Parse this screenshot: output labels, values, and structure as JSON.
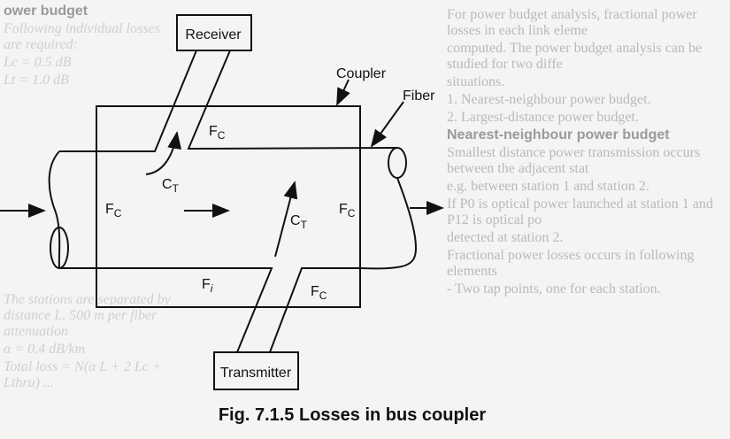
{
  "background_text": {
    "heading1": "ower budget",
    "italic1": "Following individual losses are required:",
    "para1_line1": "For power budget analysis, fractional power losses in each link eleme",
    "para1_line2": "computed. The power budget analysis can be studied for two diffe",
    "para1_line3": "situations.",
    "item1": "1. Nearest-neighbour power budget.",
    "item2": "2. Largest-distance power budget.",
    "heading2": "Nearest-neighbour power budget",
    "para2_line1": "Smallest distance power transmission occurs between the adjacent stat",
    "para2_line2": "e.g. between station 1 and station 2.",
    "para3_line1": "If P0 is optical power launched at station 1 and P12 is optical po",
    "para3_line2": "detected at station 2.",
    "para4": "Fractional power losses occurs in following elements",
    "para5": "- Two tap points, one for each station.",
    "italic2": "The stations are separated by distance L. 500 m per fiber attenuation",
    "eq1": "Lc = 0.5 dB",
    "eq2": "Lt = 1.0 dB",
    "eq3": "α = 0.4 dB/km",
    "eq4": "Total loss = N(α L + 2 Lc + Lthru) ..."
  },
  "diagram": {
    "receiver": "Receiver",
    "transmitter": "Transmitter",
    "coupler": "Coupler",
    "fiber": "Fiber",
    "fc": "F",
    "fc_sub": "C",
    "ct": "C",
    "ct_sub": "T",
    "fi": "F",
    "fi_sub": "i"
  },
  "caption": "Fig. 7.1.5 Losses in bus coupler"
}
